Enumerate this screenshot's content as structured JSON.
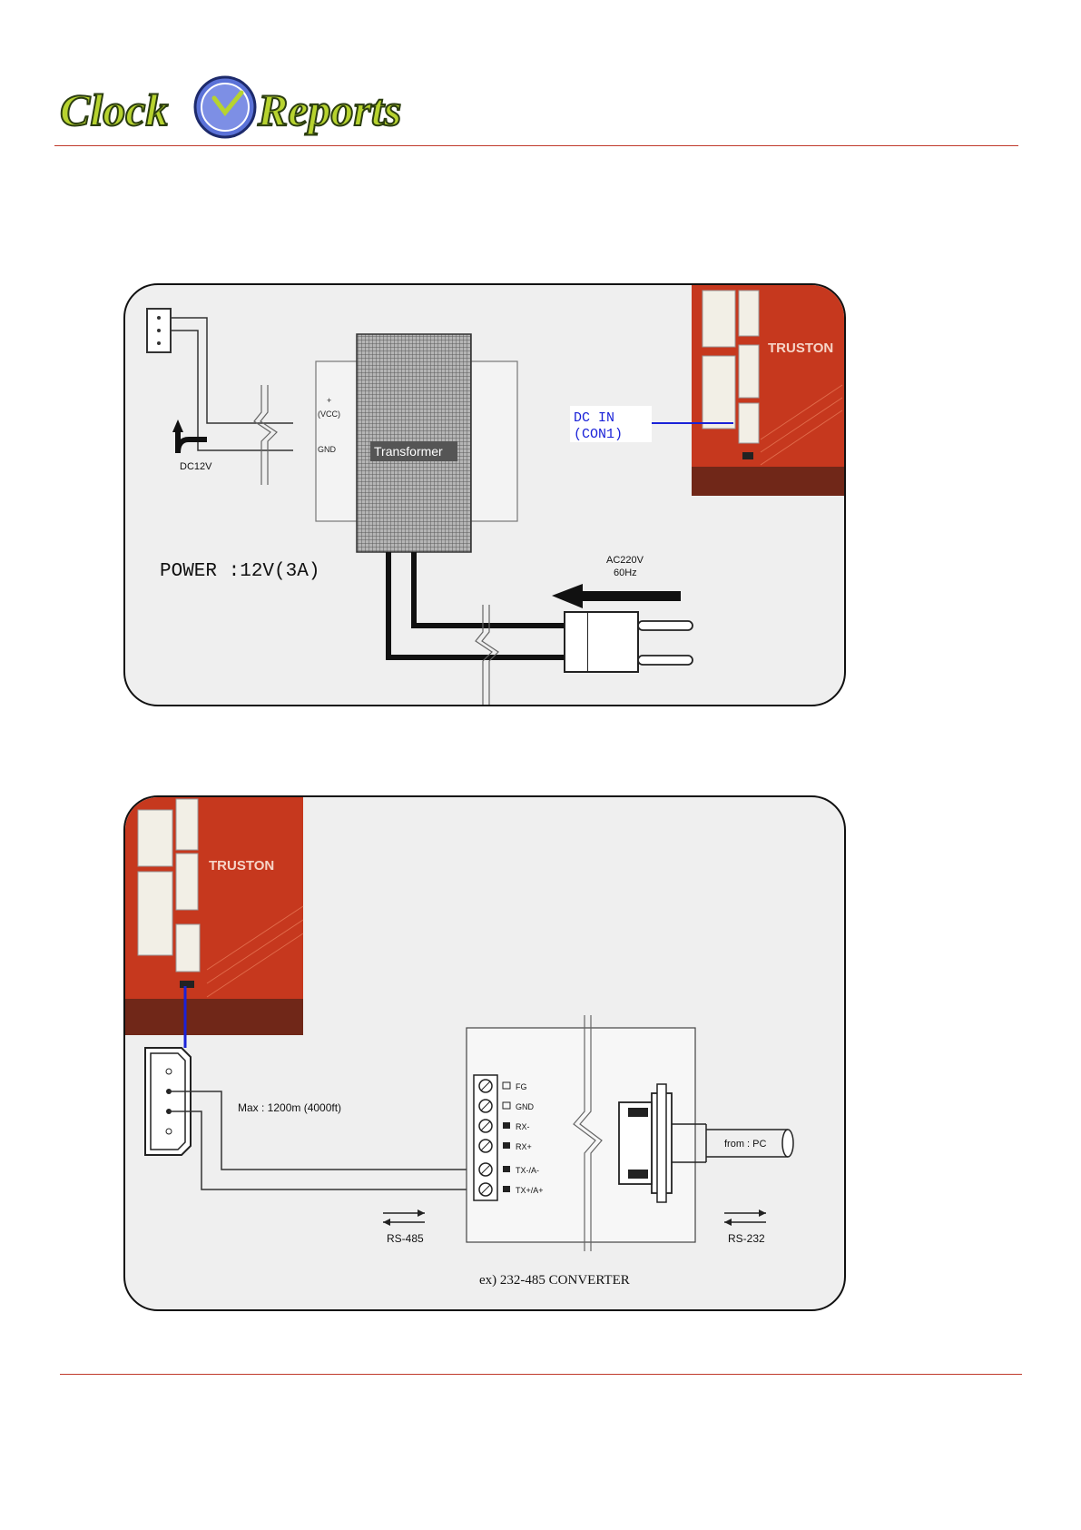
{
  "header": {
    "logo_word_left": "Clock",
    "logo_word_right": "Reports"
  },
  "power_diagram": {
    "vcc_plus": "+",
    "vcc_label": "(VCC)",
    "gnd_label": "GND",
    "dc12v_label": "DC12V",
    "transformer_label": "Transformer",
    "power_label": "POWER :12V(3A)",
    "ac_line1": "AC220V",
    "ac_line2": "60Hz",
    "dc_in_line1": "DC IN",
    "dc_in_line2": "(CON1)",
    "board_brand": "TRUSTON"
  },
  "comm_diagram": {
    "max_label": "Max : 1200m (4000ft)",
    "terminals": [
      "FG",
      "GND",
      "RX-",
      "RX+",
      "TX-/A-",
      "TX+/A+"
    ],
    "from_pc_label": "from : PC",
    "rs485_label": "RS-485",
    "rs232_label": "RS-232",
    "converter_label": "ex) 232-485 CONVERTER",
    "board_brand": "TRUSTON"
  },
  "colors": {
    "rule": "#c0392b",
    "board": "#d9462a",
    "dc_in_text": "#1a22d8",
    "logo_text": "#b7d32f"
  }
}
